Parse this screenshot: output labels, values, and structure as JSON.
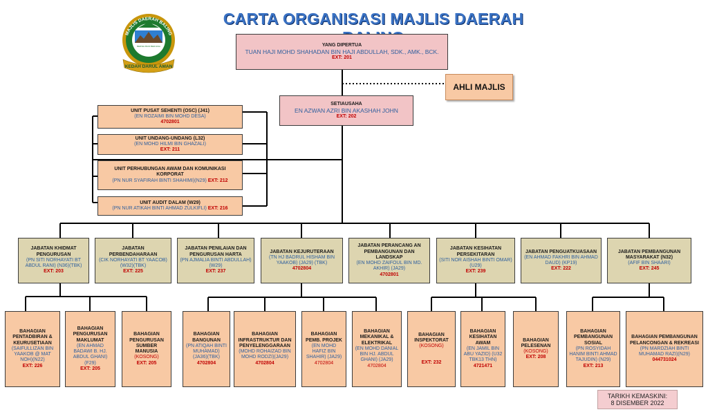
{
  "title": "CARTA ORGANISASI MAJLIS DAERAH BALING",
  "logo": {
    "ring_text": "MAJLIS DAERAH BALING",
    "banner_text": "KEDAH DARUL AMAN",
    "center_text": "BERSIH BUDI BERJASA",
    "colors": {
      "ring": "#c8960c",
      "inner": "#1d7a2e",
      "sky": "#2f7fd0",
      "banner": "#d4a017"
    }
  },
  "yang_dipertua": {
    "title": "YANG DIPERTUA",
    "name": "TUAN HAJI MOHD SHAHADAN BIN HAJI ABDULLAH, SDK., AMK., BCK.",
    "ext": "EXT: 201"
  },
  "ahli_majlis": "AHLI MAJLIS",
  "setiausaha": {
    "title": "SETIAUSAHA",
    "name": "EN AZWAN AZRI BIN AKASHAH JOHN",
    "ext": "EXT: 202"
  },
  "units": [
    {
      "title": "UNIT PUSAT SEHENTI (OSC) (J41)",
      "name": "(EN ROZAIMI BIN MOHD DESA)",
      "ext": "4702801"
    },
    {
      "title": "UNIT UNDANG-UNDANG (L32)",
      "name": "(EN MOHD HILMI BIN GHAZALI)",
      "ext": "EXT:  211"
    },
    {
      "title": "UNIT PERHUBUNGAN AWAM DAN KOMUNIKASI KORPORAT",
      "name": "(PN NUR SYAFIRAH BINTI SHAHIMI)(N29)",
      "ext": "EXT: 212"
    },
    {
      "title": "UNIT AUDIT DALAM (W29)",
      "name": "(PN NUR ATIKAH BINTI AHMAD ZULKIFLI)",
      "ext": "EXT: 216"
    }
  ],
  "departments": [
    {
      "title": "JABATAN KHIDMAT PENGURUSAN",
      "name": "(PN SITI NORHAYATI BT ABDUL RANI) (N36)(TBK)",
      "ext": "EXT: 203"
    },
    {
      "title": "JABATAN PERBENDAHARAAN",
      "name": "(CIK NORHAYATI BT YAACOB) (W32)(TBK)",
      "ext": "EXT: 225"
    },
    {
      "title": "JABATAN PENILAIAN DAN PENGURUSAN HARTA",
      "name": "(PN AJMALIA BINTI ABDULLAH) (W29)",
      "ext": "EXT: 237"
    },
    {
      "title": "JABATAN KEJURUTERAAN",
      "name": "(TN HJ BADRUL HISHAM BIN YAAKOB) (JA29) (TBK)",
      "ext": "4702804"
    },
    {
      "title": "JABATAN PERANCANG AN PEMBANGUNAN DAN LANDSKAP",
      "name": "(EN MOHD ZAIFOUL BIN MD. AKHIR) (JA29)",
      "ext": "4702801"
    },
    {
      "title": "JABATAN KESIHATAN PERSEKITARAN",
      "name": "(SITI NOR AISHAH BINTI OMAR) (U29)",
      "ext": "EXT: 239"
    },
    {
      "title": "JABATAN PENGUATKUASAAN",
      "name": "(EN AHMAD FAKHRI BIN AHMAD DAUD) (KP19)",
      "ext": "EXT: 222"
    },
    {
      "title": "JABATAN PEMBANGUNAN MASYARAKAT (N32)",
      "name": "(AFIF BIN SHAARI)",
      "ext": "EXT: 245"
    }
  ],
  "sections": [
    {
      "title": "BAHAGIAN PENTADBIRAN & KEURUSETIAAN",
      "name": "(SAIFULLIZAN BIN YAAKOB @ MAT NOH)(N22)",
      "ext": "EXT: 226"
    },
    {
      "title": "BAHAGIAN PENGURUSAN MAKLUMAT",
      "name": "(EN AHMAD BADAWI B. HJ. ABDUL GHANI) (F29)",
      "ext": "EXT: 205"
    },
    {
      "title": "BAHAGIAN PENGURUSAN SUMBER MANUSIA",
      "name": "",
      "ext": "(KOSONG)",
      "ext2": "EXT: 205"
    },
    {
      "title": "BAHAGIAN BANGUNAN",
      "name": "(PN ATIQAH BINTI MUHAMAD) (JA36)(TBK)",
      "ext": "4702804"
    },
    {
      "title": "BAHAGIAN INFRASTRUKTUR DAN PENYELENGGARAAN",
      "name": "(MOHD ROHAIZAD BIN MOHD RODZI)(JA29)",
      "ext": "4702804"
    },
    {
      "title": "BAHAGIAN PEMB. PROJEK",
      "name": "(EN MOHD HAFIZ BIN SHAHIR) (JA29)",
      "ext": "4702804"
    },
    {
      "title": "BAHAGIAN MEKANIKAL & ELEKTRIKAL",
      "name": "(EN  MOHD DANIAL BIN HJ. ABDUL GHANI) (JA29)",
      "ext": "4702804"
    },
    {
      "title": "BAHAGIAN INSPEKTORAT",
      "name": "",
      "ext": "(KOSONG)",
      "ext2": "EXT: 232"
    },
    {
      "title": "BAHAGIAN KESIHATAN AWAM",
      "name": "(EN JAMIL BIN ABU YAZID) (U32 TBK13 THN)",
      "ext": "4721471"
    },
    {
      "title": "BAHAGIAN PELESENAN",
      "name": "",
      "ext": "(KOSONG)",
      "ext2": "EXT: 208"
    },
    {
      "title": "BAHAGIAN PEMBANGUNAN SOSIAL",
      "name": "(PN ROSYIDAH HANIM BINTI AHMAD TAJUDIN) (N29)",
      "ext": "EXT: 213"
    },
    {
      "title": "BAHAGIAN PEMBANGUNAN PELANCONGAN & REKREASI",
      "name": "(PN MARDZIAH BINTI MUHAMAD RAZI)(N29)",
      "ext": "044731024"
    }
  ],
  "updated": {
    "label": "TARIKH KEMASKINI:",
    "date": "8 DISEMBER 2022"
  }
}
